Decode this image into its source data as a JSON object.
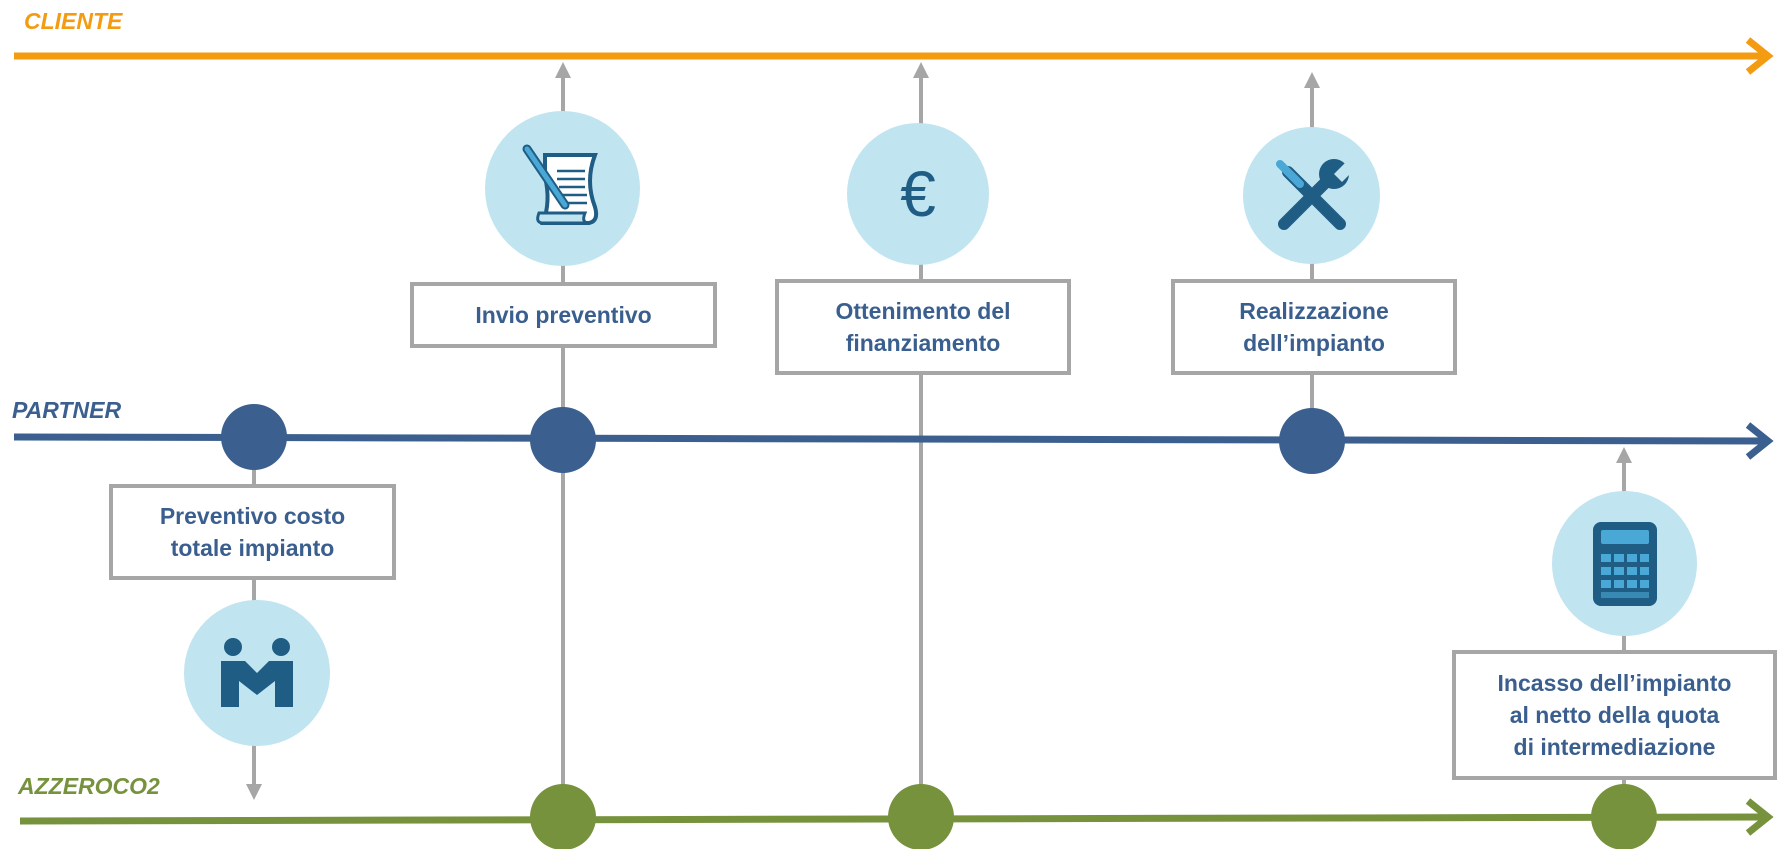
{
  "colors": {
    "cliente": "#f39c12",
    "partner": "#3b5f8e",
    "azzeroco2": "#76923c",
    "connector": "#a6a6a6",
    "icon_bg": "#c0e4f0",
    "icon_fg": "#1f5d85",
    "box_text": "#3a5f8f"
  },
  "lanes": {
    "cliente": {
      "label": "CLIENTE"
    },
    "partner": {
      "label": "PARTNER"
    },
    "azzeroco2": {
      "label": "AZZEROCO2"
    }
  },
  "steps": [
    {
      "text": "Preventivo costo\ntotale impianto",
      "icon": "handshake-icon"
    },
    {
      "text": "Invio preventivo",
      "icon": "document-pen-icon"
    },
    {
      "text": "Ottenimento del\nfinanziamento",
      "icon": "euro-icon"
    },
    {
      "text": "Realizzazione\ndell’impianto",
      "icon": "tools-icon"
    },
    {
      "text": "Incasso dell’impianto\nal netto della quota\ndi intermediazione",
      "icon": "calculator-icon"
    }
  ],
  "euro_symbol": "€"
}
